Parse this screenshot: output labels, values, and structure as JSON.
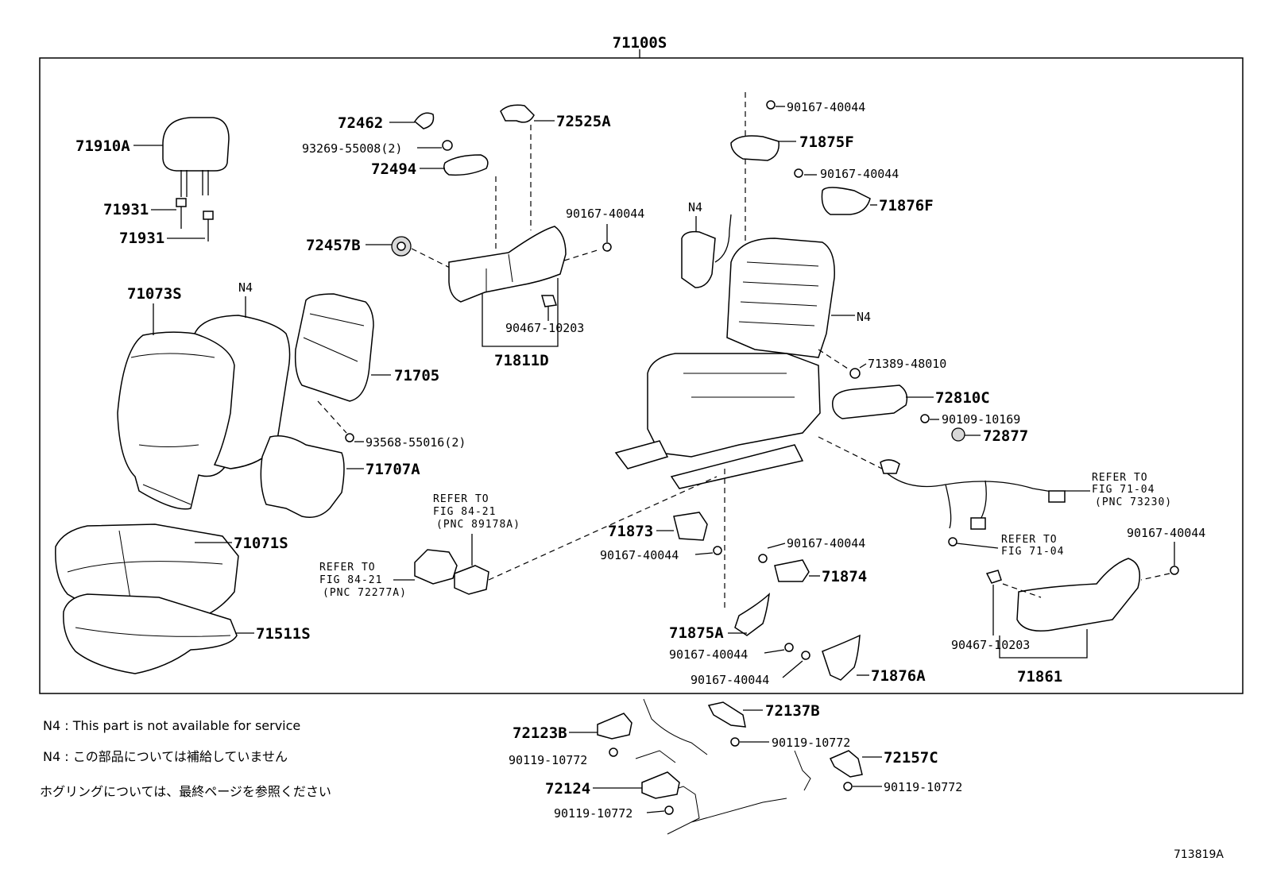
{
  "assembly_label": "71100S",
  "figure_code": "713819A",
  "parts": {
    "p71910A": "71910A",
    "p71931a": "71931",
    "p71931b": "71931",
    "p72462": "72462",
    "p93269": "93269-55008(2)",
    "p72494": "72494",
    "p72525A": "72525A",
    "p72457B": "72457B",
    "p90167_a": "90167-40044",
    "p90467_a": "90467-10203",
    "p71811D": "71811D",
    "p71073S": "71073S",
    "pN4_a": "N4",
    "p71705": "71705",
    "p93568": "93568-55016(2)",
    "p71707A": "71707A",
    "p71071S": "71071S",
    "p71511S": "71511S",
    "p90167_b": "90167-40044",
    "p71875F": "71875F",
    "p90167_c": "90167-40044",
    "p71876F": "71876F",
    "pN4_b": "N4",
    "pN4_c": "N4",
    "p71389": "71389-48010",
    "p72810C": "72810C",
    "p90109": "90109-10169",
    "p72877": "72877",
    "p71873": "71873",
    "p90167_d": "90167-40044",
    "p90167_e": "90167-40044",
    "p71874": "71874",
    "p71875A": "71875A",
    "p90167_f": "90167-40044",
    "p90167_g": "90167-40044",
    "p71876A": "71876A",
    "p90167_h": "90167-40044",
    "p90467_b": "90467-10203",
    "p71861": "71861",
    "p72137B": "72137B",
    "p72123B": "72123B",
    "p90119_a": "90119-10772",
    "p90119_b": "90119-10772",
    "p72157C": "72157C",
    "p72124": "72124",
    "p90119_c": "90119-10772",
    "p90119_d": "90119-10772"
  },
  "refs": {
    "r1": [
      "REFER TO",
      "FIG 84-21",
      "(PNC 89178A)"
    ],
    "r2": [
      "REFER TO",
      "FIG 84-21",
      "(PNC 72277A)"
    ],
    "r3": [
      "REFER TO",
      "FIG 71-04",
      "(PNC 73230)"
    ],
    "r4": [
      "REFER TO",
      "FIG 71-04"
    ]
  },
  "notes": {
    "n1": "N4 : This part is not available for service",
    "n2": "N4 : この部品については補給していません",
    "n3": "ホグリングについては、最終ページを参照ください"
  }
}
